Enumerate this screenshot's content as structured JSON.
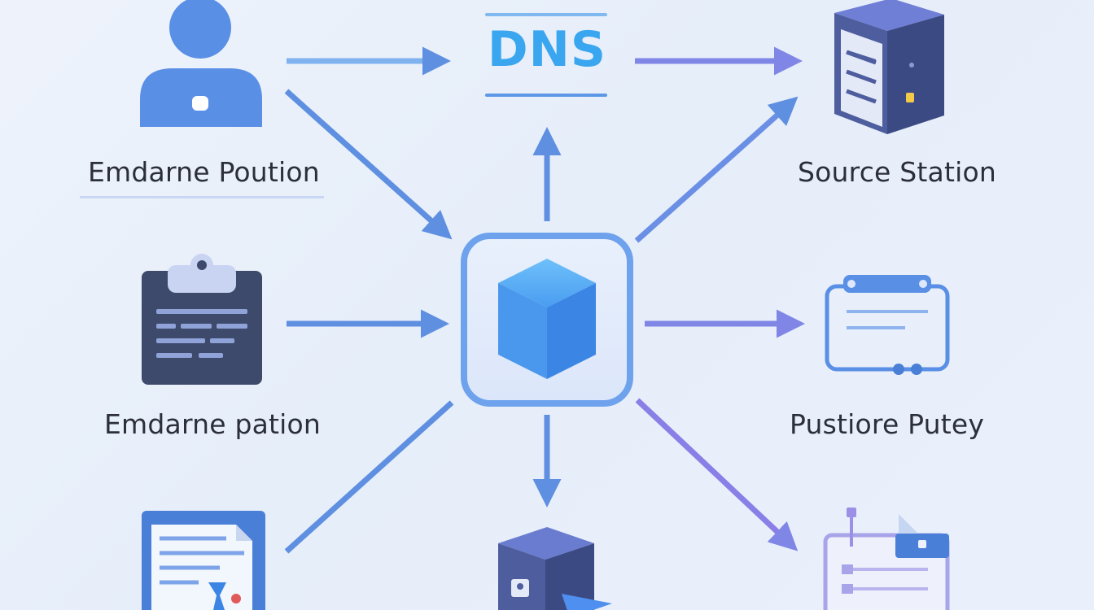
{
  "nodes": {
    "dns": {
      "label": "DNS"
    },
    "user": {
      "label": "Emdarne Poution"
    },
    "source_station": {
      "label": "Source Station"
    },
    "clipboard": {
      "label": "Emdarne pation"
    },
    "pustiore": {
      "label": "Pustiore Putey"
    }
  },
  "colors": {
    "background": "#eaf0fb",
    "arrow": "#5f8fe0",
    "arrow_purple": "#8a7fe6",
    "hub_border": "#6fa2ec",
    "cube": "#4a97ee",
    "dark_navy": "#3d4a6b",
    "dns_text": "#3aa6f0"
  },
  "icons": [
    "user-icon",
    "server-icon",
    "clipboard-icon",
    "cube-icon",
    "window-icon",
    "document-icon",
    "server-bottom-icon",
    "form-icon"
  ]
}
